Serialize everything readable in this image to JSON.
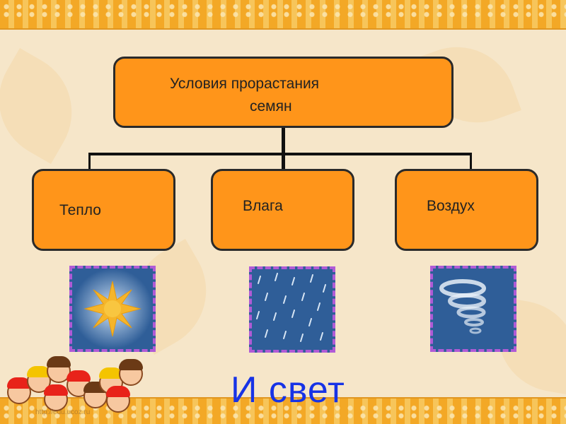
{
  "diagram": {
    "root": {
      "label_line1": "Условия прорастания",
      "label_line2": "семян"
    },
    "nodes": [
      {
        "label": "Тепло"
      },
      {
        "label": "Влага"
      },
      {
        "label": "Воздух"
      }
    ]
  },
  "caption": {
    "text": "И свет"
  },
  "footer": {
    "watermark": "http://edu.ucoz.ru"
  },
  "icons": {
    "sun": "sun-icon",
    "rain": "rain-icon",
    "wind": "whirlwind-icon"
  },
  "colors": {
    "box_fill": "#ff951a",
    "box_border": "#2a2a2a",
    "caption": "#1733e6",
    "tile_bg": "#2f5e98",
    "tile_border": "#b05bd6",
    "background": "#f6e6c9"
  }
}
